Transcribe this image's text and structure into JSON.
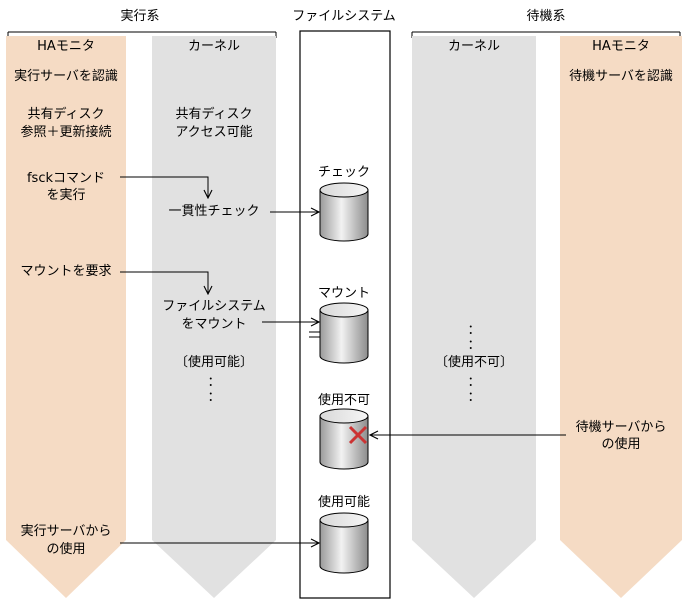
{
  "groups": {
    "active": "実行系",
    "filesystem": "ファイルシステム",
    "standby": "待機系"
  },
  "columns": {
    "active_ha": {
      "header": "HAモニタ",
      "steps": {
        "recognize": "実行サーバを認識",
        "shared_ref_line1": "共有ディスク",
        "shared_ref_line2": "参照＋更新接続",
        "fsck_line1": "fsckコマンド",
        "fsck_line2": "を実行",
        "mount_request": "マウントを要求",
        "use_line1": "実行サーバから",
        "use_line2": "の使用"
      }
    },
    "active_kernel": {
      "header": "カーネル",
      "steps": {
        "access_line1": "共有ディスク",
        "access_line2": "アクセス可能",
        "consistency": "一貫性チェック",
        "fs_mount_line1": "ファイルシステム",
        "fs_mount_line2": "をマウント",
        "usable": "〔使用可能〕",
        "dots": "："
      }
    },
    "filesystem": {
      "disks": {
        "check": "チェック",
        "mount": "マウント",
        "unusable": "使用不可",
        "usable": "使用可能"
      }
    },
    "standby_kernel": {
      "header": "カーネル",
      "steps": {
        "dots": "：",
        "unusable": "〔使用不可〕"
      }
    },
    "standby_ha": {
      "header": "HAモニタ",
      "steps": {
        "recognize": "待機サーバを認識",
        "use_line1": "待機サーバから",
        "use_line2": "の使用"
      }
    }
  },
  "colors": {
    "ha_band": "#f5dbc4",
    "kernel_band": "#e1e1e1",
    "cross": "#cc3333"
  }
}
